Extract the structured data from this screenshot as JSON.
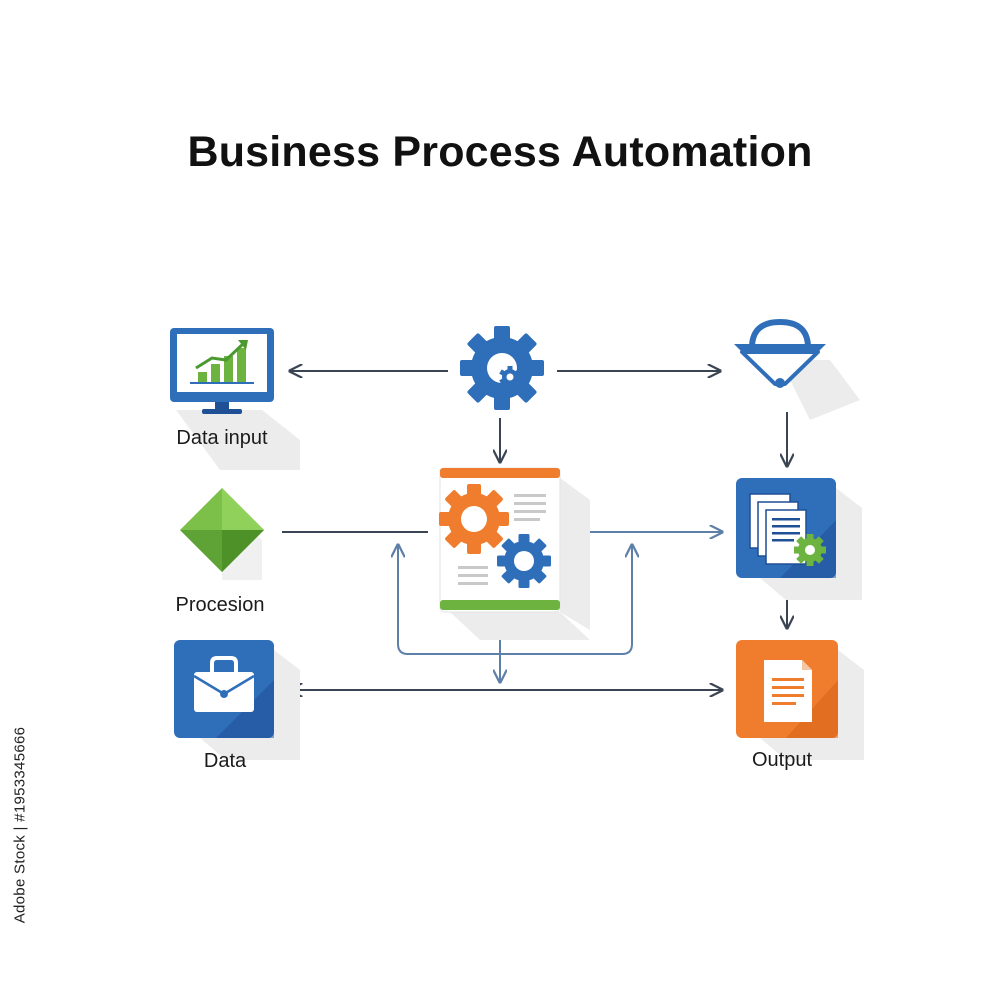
{
  "title": "Business Process Automation",
  "nodes": {
    "data_input": {
      "label": "Data input",
      "icon": "monitor-chart-icon"
    },
    "procesion": {
      "label": "Procesion",
      "icon": "green-diamond-icon"
    },
    "data": {
      "label": "Data",
      "icon": "briefcase-icon"
    },
    "automation_gear": {
      "icon": "gear-icon"
    },
    "process_document": {
      "icon": "document-gears-icon"
    },
    "funnel": {
      "icon": "funnel-icon"
    },
    "documents_gear": {
      "icon": "documents-gear-icon"
    },
    "output": {
      "label": "Output",
      "icon": "output-document-icon"
    }
  },
  "watermark": {
    "stock_id": "Adobe Stock | #1953345666"
  },
  "colors": {
    "blue": "#2f6fba",
    "dark_blue": "#1f4f95",
    "orange": "#f07d2e",
    "green": "#6cb33f",
    "arrow": "#3a4452",
    "arrow_light": "#5d7fa8",
    "shadow": "#ececec"
  }
}
